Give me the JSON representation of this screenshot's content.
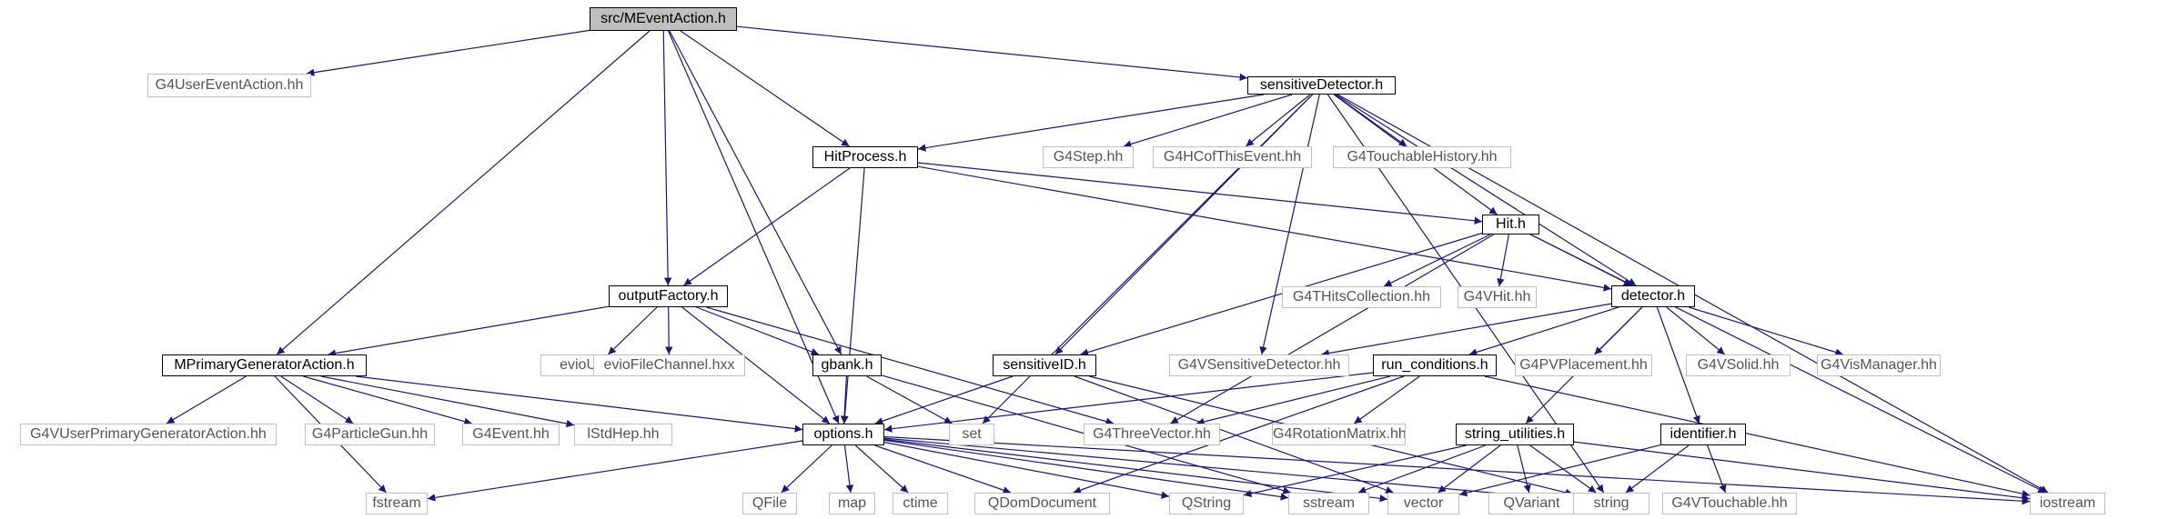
{
  "diagram": {
    "colors": {
      "edge": "#191970",
      "line": "#000000",
      "ext_border": "#bfbfbf",
      "root_fill": "#bfbfbf"
    },
    "nodes": {
      "root": "src/MEventAction.h",
      "g4usereventaction": "G4UserEventAction.hh",
      "sensitivedetector": "sensitiveDetector.h",
      "hitprocess": "HitProcess.h",
      "g4step": "G4Step.hh",
      "g4hcofthisevent": "G4HCofThisEvent.hh",
      "g4touchablehistory": "G4TouchableHistory.hh",
      "hit": "Hit.h",
      "outputfactory": "outputFactory.h",
      "g4thitscollection": "G4THitsCollection.hh",
      "g4vhit": "G4VHit.hh",
      "detector": "detector.h",
      "mprimarygeneratoraction": "MPrimaryGeneratorAction.h",
      "evioutil": "evioUtil.hxx",
      "eviofilechannel": "evioFileChannel.hxx",
      "gbank": "gbank.h",
      "sensitiveid": "sensitiveID.h",
      "g4vsensitivedetector": "G4VSensitiveDetector.hh",
      "run_conditions": "run_conditions.h",
      "g4pvplacement": "G4PVPlacement.hh",
      "g4vsolid": "G4VSolid.hh",
      "g4vismanager": "G4VisManager.hh",
      "g4vuserprimarygeneratoraction": "G4VUserPrimaryGeneratorAction.hh",
      "g4particlegun": "G4ParticleGun.hh",
      "g4event": "G4Event.hh",
      "lstdhep": "lStdHep.hh",
      "options": "options.h",
      "set": "set",
      "g4threevector": "G4ThreeVector.hh",
      "g4rotationmatrix": "G4RotationMatrix.hh",
      "string_utilities": "string_utilities.h",
      "identifier": "identifier.h",
      "fstream": "fstream",
      "qfile": "QFile",
      "map": "map",
      "ctime": "ctime",
      "qdomdocument": "QDomDocument",
      "qstring": "QString",
      "sstream": "sstream",
      "vector": "vector",
      "qvariant": "QVariant",
      "string": "string",
      "g4vtouchable": "G4VTouchable.hh",
      "iostream": "iostream"
    }
  }
}
